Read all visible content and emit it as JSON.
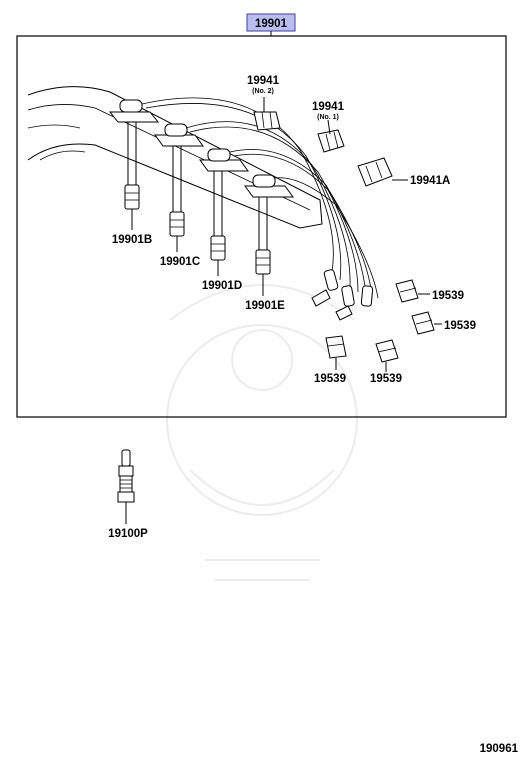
{
  "header_part": "19901",
  "labels": {
    "clamp_19941_no2": "19941",
    "clamp_19941_no2_sub": "(No. 2)",
    "clamp_19941_no1": "19941",
    "clamp_19941_no1_sub": "(No. 1)",
    "clamp_19941a": "19941A",
    "cord_19901b": "19901B",
    "cord_19901c": "19901C",
    "cord_19901d": "19901D",
    "cord_19901e": "19901E",
    "boot_19539_a": "19539",
    "boot_19539_b": "19539",
    "boot_19539_c": "19539",
    "boot_19539_d": "19539",
    "spark_plug": "19100P"
  },
  "diagram_id": "190961",
  "colors": {
    "highlight_fill": "#b9bdf0",
    "highlight_stroke": "#3a3fa8",
    "line": "#000000"
  }
}
